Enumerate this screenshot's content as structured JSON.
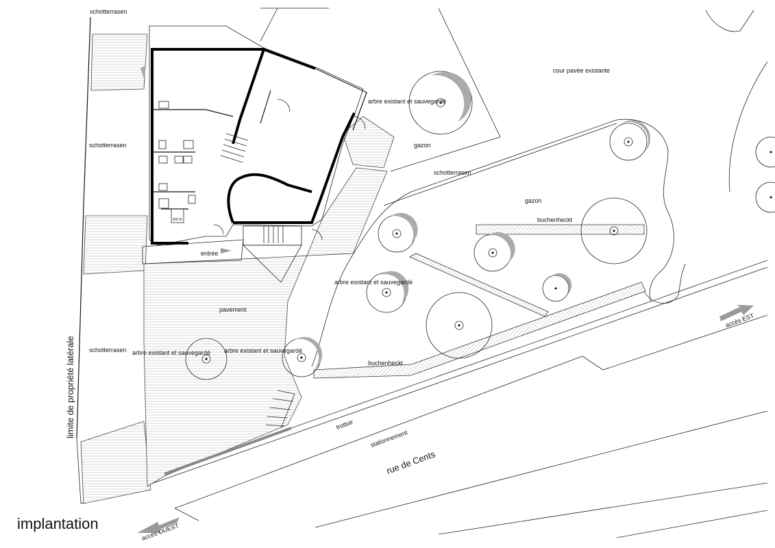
{
  "labels": {
    "schotterrasen_1": "schotterrasen",
    "schotterrasen_2": "schotterrasen",
    "schotterrasen_3": "schotterrasen",
    "schotterrasen_4": "schotterrasen",
    "cour": "cour pavée existante",
    "arbre_1": "arbre existant et sauvegardé",
    "arbre_2": "arbre existant et sauvegardé",
    "arbre_3": "arbre existant et sauvegardé",
    "arbre_4": "arbre existant et sauvegardé",
    "gazon_1": "gazon",
    "gazon_2": "gazon",
    "buchenheckt_1": "buchenheckt",
    "buchenheckt_2": "buchenheckt",
    "entree": "entrée",
    "pavement": "pavement",
    "limite": "limite de propriété latérale",
    "trottoir": "trottoir",
    "stationnement": "stationnement",
    "rue": "rue de Cents",
    "acces_est": "accès EST",
    "acces_ouest": "accès OUEST",
    "wc": "WC-R",
    "title": "implantation"
  }
}
